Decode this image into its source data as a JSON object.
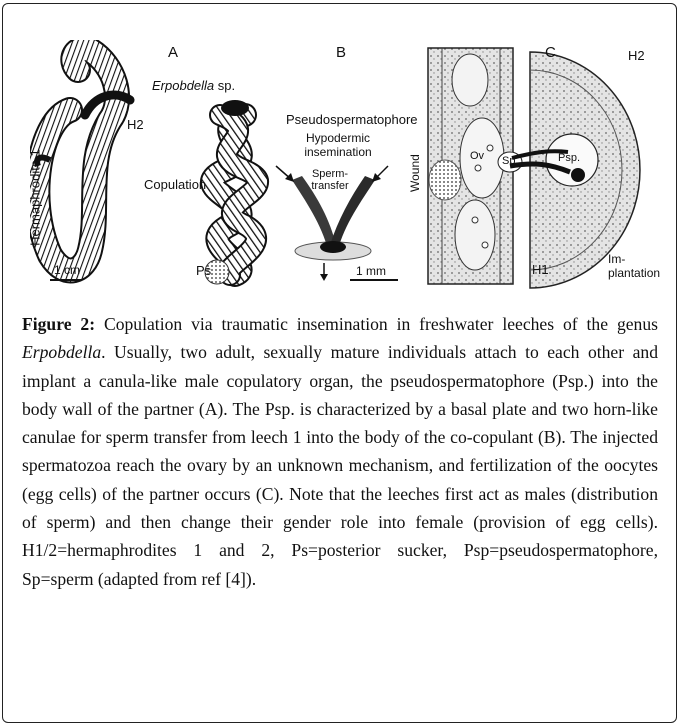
{
  "figure": {
    "panel_a": {
      "letter": "A",
      "species_genus": "Erpobdella",
      "species_suffix": " sp.",
      "label_h2": "H2",
      "label_hermaphrodite": "Hermaphrodite 1",
      "label_copulation": "Copulation",
      "label_ps": "Ps",
      "scale": "1 cm"
    },
    "panel_b": {
      "letter": "B",
      "title": "Pseudospermatophore",
      "subtitle_line1": "Hypodermic",
      "subtitle_line2": "insemination",
      "sperm_line1": "Sperm-",
      "sperm_line2": "transfer",
      "scale": "1 mm"
    },
    "panel_c": {
      "letter": "C",
      "label_h2": "H2",
      "label_wound": "Wound",
      "label_ov": "Ov",
      "label_sp": "Sp",
      "label_psp": "Psp.",
      "label_h1": "H1",
      "implant_line1": "Im-",
      "implant_line2": "plantation"
    }
  },
  "caption": {
    "label": "Figure 2:",
    "text_1": " Copulation via traumatic insemination in freshwater leeches of the genus ",
    "genus": "Erpobdella",
    "text_2": ". Usually, two adult, sexually mature individuals attach to each other and implant a canula-like male copulatory organ, the pseudospermatophore (Psp.) into the body wall of the partner (A). The Psp. is characterized by a basal plate and two horn-like canulae for sperm transfer from leech 1 into the body of the co-copulant (B). The injected spermatozoa reach the ovary by an unknown mechanism, and fertilization of the oocytes (egg cells) of the partner occurs (C). Note that the leeches first act as males (distribution of sperm) and then change their gender role into female (provision of egg cells). H1/2=hermaphrodites 1 and 2, Ps=posterior sucker, Psp=pseudospermatophore, Sp=sperm (adapted from ref [4])."
  }
}
